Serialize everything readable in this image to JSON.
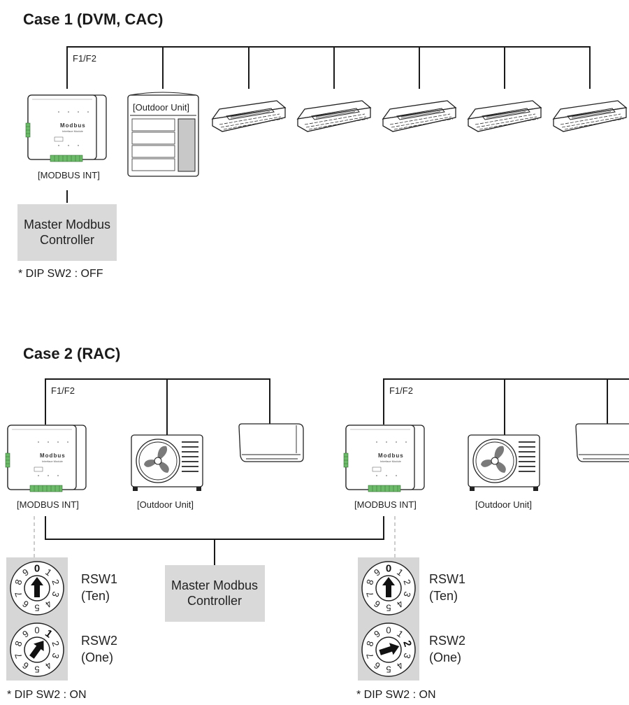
{
  "case1": {
    "title": "Case 1 (DVM, CAC)",
    "bus_label": "F1/F2",
    "modbus_label": "[MODBUS INT]",
    "outdoor_label": "[Outdoor Unit]",
    "controller_line1": "Master Modbus",
    "controller_line2": "Controller",
    "dip_note": "* DIP SW2 : OFF",
    "indoor_unit_count": 5
  },
  "case2": {
    "title": "Case 2 (RAC)",
    "groups": [
      {
        "bus_label": "F1/F2",
        "modbus_label": "[MODBUS INT]",
        "outdoor_label": "[Outdoor Unit]",
        "rsw1_label_line1": "RSW1",
        "rsw1_label_line2": "(Ten)",
        "rsw2_label_line1": "RSW2",
        "rsw2_label_line2": "(One)",
        "rsw1_value": 0,
        "rsw2_value": 1,
        "dip_note": "* DIP SW2 : ON"
      },
      {
        "bus_label": "F1/F2",
        "modbus_label": "[MODBUS INT]",
        "outdoor_label": "[Outdoor Unit]",
        "rsw1_label_line1": "RSW1",
        "rsw1_label_line2": "(Ten)",
        "rsw2_label_line1": "RSW2",
        "rsw2_label_line2": "(One)",
        "rsw1_value": 0,
        "rsw2_value": 2,
        "dip_note": "* DIP SW2 : ON"
      }
    ],
    "controller_line1": "Master Modbus",
    "controller_line2": "Controller"
  },
  "module": {
    "brand_word": "Modbus",
    "sub_word": "Interface Module"
  },
  "dial_digits": [
    "0",
    "1",
    "2",
    "3",
    "4",
    "5",
    "6",
    "7",
    "8",
    "9"
  ],
  "colors": {
    "line": "#1a1a1a",
    "controller_fill": "#d9d9d9",
    "dial_bg": "#d6d6d6",
    "terminal_green": "#6dbb6a",
    "fan_gray": "#7a7a7a"
  }
}
